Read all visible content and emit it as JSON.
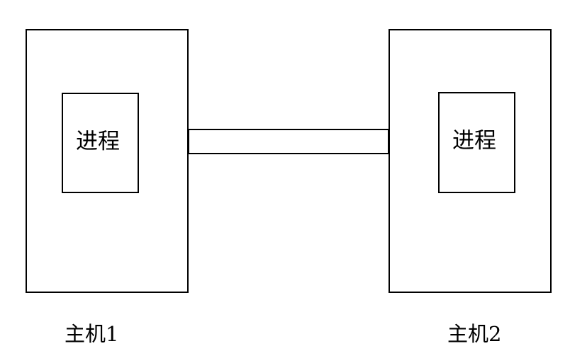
{
  "hosts": [
    {
      "label": "主机1",
      "process_label": "进程"
    },
    {
      "label": "主机2",
      "process_label": "进程"
    }
  ]
}
